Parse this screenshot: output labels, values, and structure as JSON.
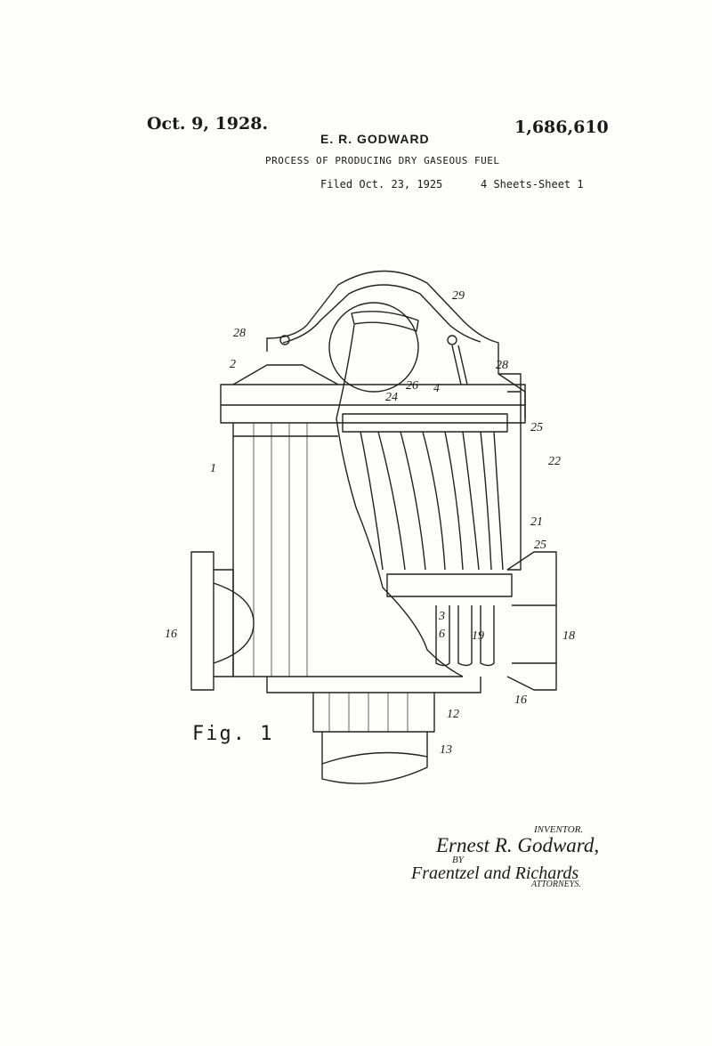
{
  "header": {
    "date": "Oct. 9, 1928.",
    "inventor": "E. R. GODWARD",
    "patent_number": "1,686,610",
    "title": "PROCESS OF PRODUCING DRY GASEOUS FUEL",
    "filed": "Filed Oct. 23, 1925",
    "sheets": "4 Sheets-Sheet 1"
  },
  "figure": {
    "label": "Fig. 1",
    "references": [
      "29",
      "28",
      "2",
      "28",
      "24",
      "26",
      "4",
      "25",
      "22",
      "1",
      "21",
      "25",
      "16",
      "3",
      "6",
      "19",
      "18",
      "16",
      "12",
      "13"
    ]
  },
  "signatures": {
    "inventor_caption": "INVENTOR.",
    "inventor_name": "Ernest R. Godward,",
    "by": "BY",
    "attorney_signature": "Fraentzel and Richards",
    "attorneys_caption": "ATTORNEYS."
  }
}
